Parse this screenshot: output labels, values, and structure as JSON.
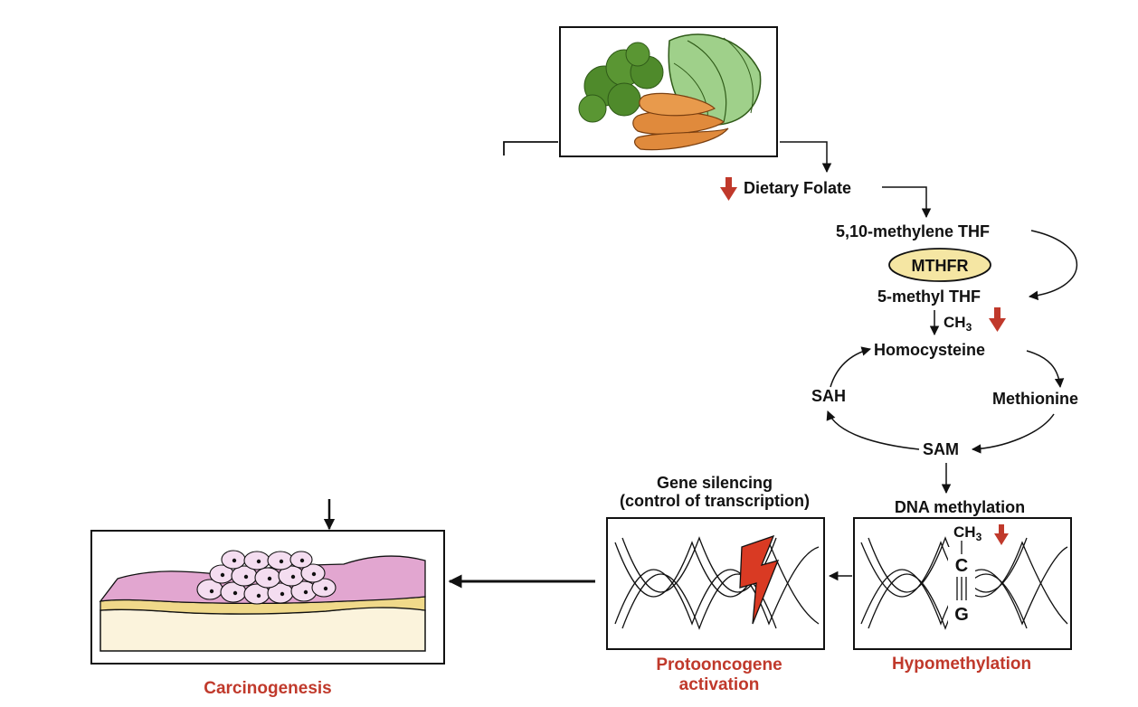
{
  "labels": {
    "dietary_folate": "Dietary Folate",
    "methylene_thf": "5,10-methylene THF",
    "enzyme": "MTHFR",
    "methyl_thf": "5-methyl THF",
    "ch3_methyl": "CH",
    "ch3_sub": "3",
    "homocysteine": "Homocysteine",
    "sah": "SAH",
    "methionine": "Methionine",
    "sam": "SAM",
    "gene_silencing_line1": "Gene silencing",
    "gene_silencing_line2": "(control of transcription)",
    "dna_methylation": "DNA methylation",
    "ch3_dna": "CH",
    "ch3_dna_sub": "3",
    "base_c": "C",
    "base_g": "G",
    "hypomethylation": "Hypomethylation",
    "protooncogene_line1": "Protooncogene",
    "protooncogene_line2": "activation",
    "carcinogenesis": "Carcinogenesis"
  },
  "colors": {
    "accent_red": "#c0392b",
    "enzyme_fill": "#f5e6a3",
    "tissue_pink": "#e2a6d0",
    "tissue_yellow": "#f0d98a",
    "tissue_base": "#fbf3dc",
    "broccoli": "#4f8a2b",
    "carrot": "#e08a3c",
    "cabbage": "#9fd08a"
  },
  "icons": [
    "vegetables-image",
    "down-arrow-icon",
    "lightning-icon",
    "dna-helix",
    "tissue-section"
  ]
}
